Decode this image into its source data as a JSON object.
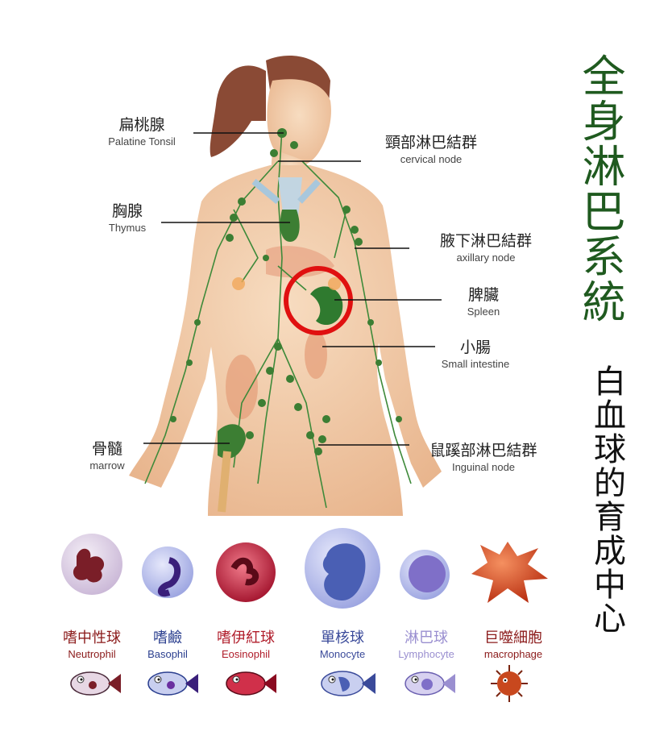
{
  "title": "全身淋巴系統",
  "subtitle": "白血球的育成中心",
  "organs": [
    {
      "zh": "扁桃腺",
      "en": "Palatine Tonsil"
    },
    {
      "zh": "頸部淋巴結群",
      "en": "cervical node"
    },
    {
      "zh": "胸腺",
      "en": "Thymus"
    },
    {
      "zh": "腋下淋巴結群",
      "en": "axillary node"
    },
    {
      "zh": "脾臟",
      "en": "Spleen"
    },
    {
      "zh": "小腸",
      "en": "Small intestine"
    },
    {
      "zh": "骨髓",
      "en": "marrow"
    },
    {
      "zh": "鼠蹊部淋巴結群",
      "en": "Inguinal node"
    }
  ],
  "cells": [
    {
      "zh": "嗜中性球",
      "en": "Neutrophil",
      "color": "#8b1a1a"
    },
    {
      "zh": "嗜鹼",
      "en": "Basophil",
      "color": "#2b3f8f"
    },
    {
      "zh": "嗜伊紅球",
      "en": "Eosinophil",
      "color": "#b01c2a"
    },
    {
      "zh": "單核球",
      "en": "Monocyte",
      "color": "#3a4a9a"
    },
    {
      "zh": "淋巴球",
      "en": "Lymphocyte",
      "color": "#9a8fd0"
    },
    {
      "zh": "巨噬細胞",
      "en": "macrophage",
      "color": "#8b1a1a"
    }
  ],
  "colors": {
    "title": "#1f5a1f",
    "highlight": "#e01010",
    "lymph": "#2f7a2f",
    "skin": "#f2c9a2"
  }
}
